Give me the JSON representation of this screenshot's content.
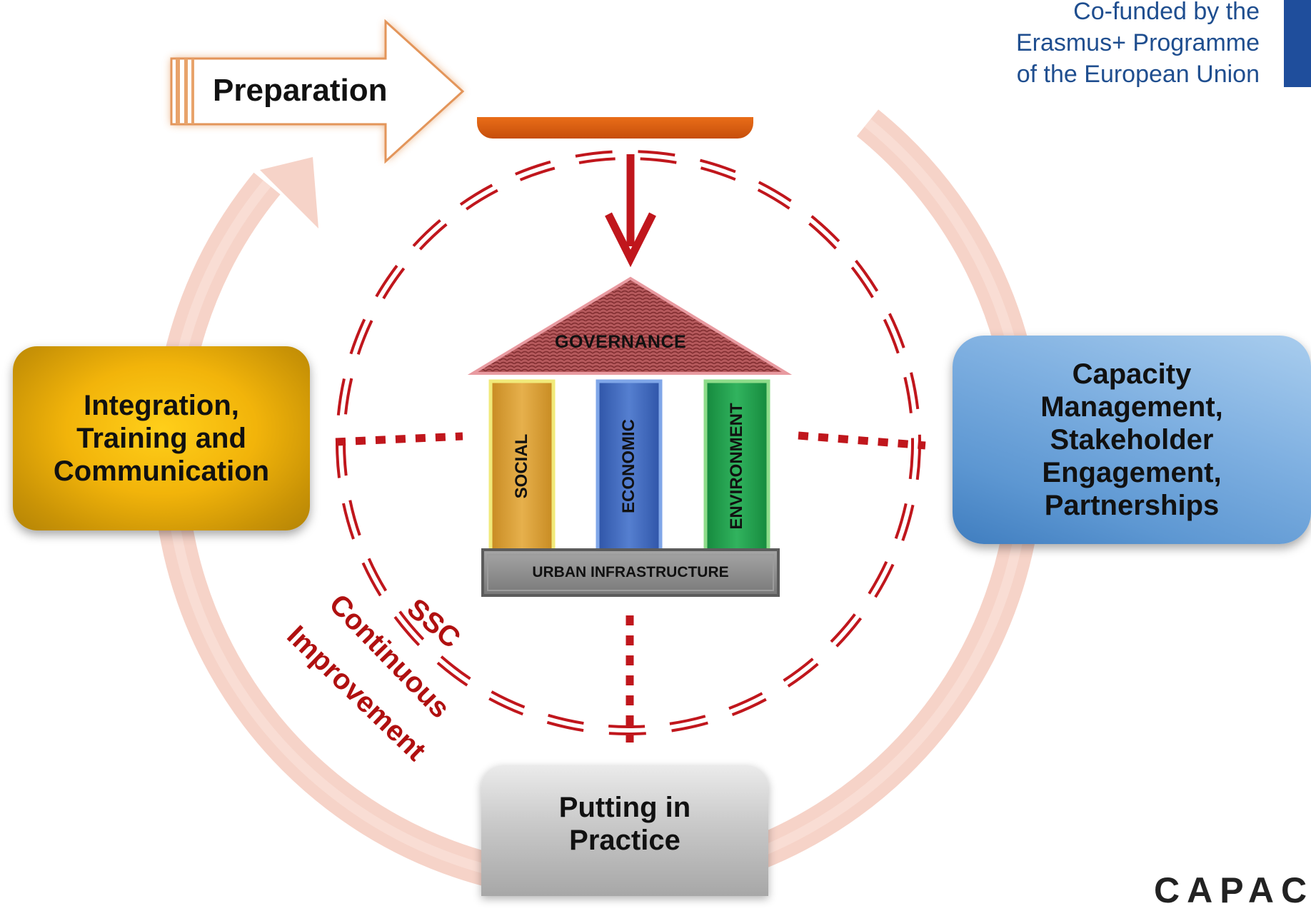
{
  "header": {
    "eu_lines": [
      "Co-funded by the",
      "Erasmus+ Programme",
      "of the European Union"
    ]
  },
  "phases": {
    "preparation": "Preparation",
    "integration": [
      "Integration,",
      "Training and",
      "Communication"
    ],
    "capacity": [
      "Capacity",
      "Management,",
      "Stakeholder",
      "Engagement,",
      "Partnerships"
    ],
    "practice": [
      "Putting in",
      "Practice"
    ]
  },
  "building": {
    "roof": "GOVERNANCE",
    "pillars": [
      "SOCIAL",
      "ECONOMIC",
      "ENVIRONMENT"
    ],
    "base": "URBAN INFRASTRUCTURE"
  },
  "cycle_label": {
    "ssc": "SSC",
    "continuous": "Continuous",
    "improvement": "Improvement"
  },
  "logo": "CAPAC",
  "colors": {
    "cycle_ring": "#f6d3c8",
    "dashed_red": "#c0161c",
    "roof": "#b5595c",
    "social": "#e1a942",
    "economic": "#4a72c4",
    "environment": "#26a552",
    "base": "#8c8c8c",
    "integration": "#f2b40a",
    "capacity": "#6aa3da",
    "practice": "#b8b8b8",
    "preparation_glow": "#e8a36b"
  },
  "icons": [
    "arrow-right-icon",
    "arrow-down-icon",
    "cycle-arrow-icon"
  ]
}
